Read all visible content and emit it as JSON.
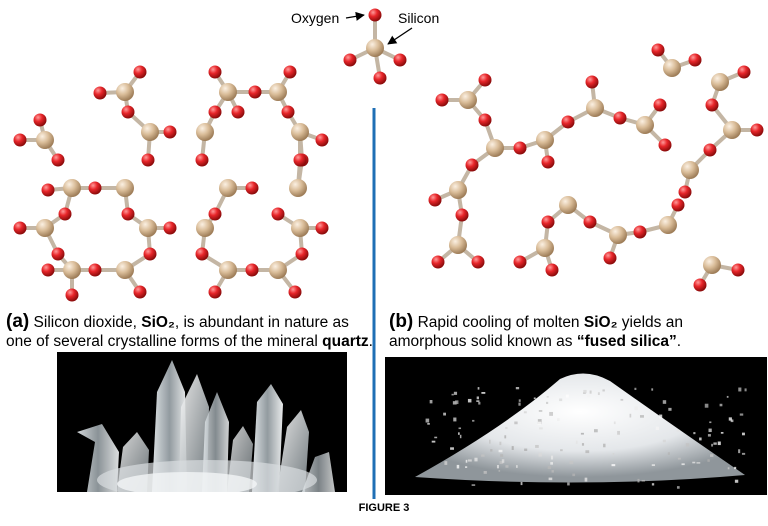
{
  "legend": {
    "oxygen_label": "Oxygen",
    "silicon_label": "Silicon"
  },
  "colors": {
    "oxygen_atom": "#d61e1e",
    "silicon_atom": "#d9bc98",
    "bond": "#c4b6a4",
    "divider": "#1f6fb5",
    "photo_background": "#000000"
  },
  "panel_a": {
    "letter": "(a)",
    "caption_pre": " Silicon dioxide, ",
    "formula": "SiO₂",
    "caption_mid": ", is abundant in nature as one of several crystalline forms of the mineral ",
    "mineral": "quartz",
    "caption_post": ".",
    "structure": "crystalline",
    "photo_icon": "quartz-crystal-cluster-icon"
  },
  "panel_b": {
    "letter": "(b)",
    "caption_pre": " Rapid cooling of molten ",
    "formula": "SiO₂",
    "caption_mid": " yields an amorphous solid known as ",
    "term": "“fused silica”",
    "caption_post": ".",
    "structure": "amorphous",
    "photo_icon": "fused-silica-pile-icon"
  },
  "figure_label": "FIGURE 3"
}
